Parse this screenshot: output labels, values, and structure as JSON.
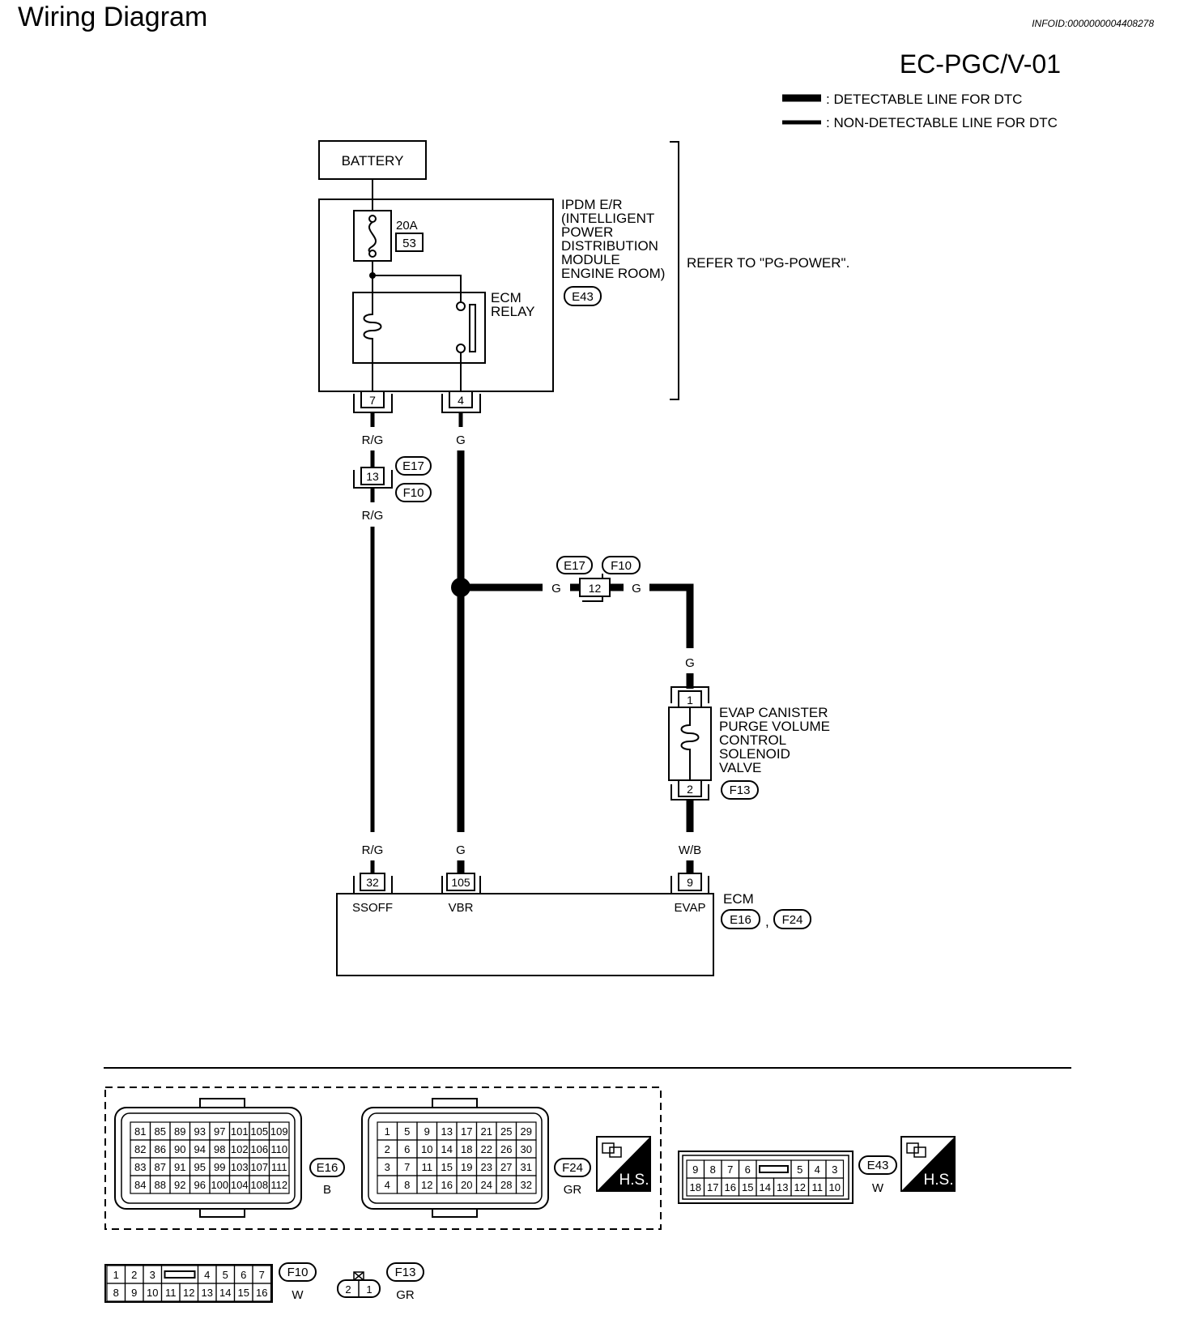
{
  "title": "Wiring Diagram",
  "info_id": "INFOID:0000000004408278",
  "diagram_code": "EC-PGC/V-01",
  "legend": {
    "detectable": ": DETECTABLE LINE FOR DTC",
    "non_detectable": ": NON-DETECTABLE LINE FOR DTC"
  },
  "battery": "BATTERY",
  "fuse": {
    "rating": "20A",
    "number": "53"
  },
  "ipdm": {
    "lines": [
      "IPDM E/R",
      "(INTELLIGENT",
      "POWER",
      "DISTRIBUTION",
      "MODULE",
      "ENGINE ROOM)"
    ],
    "connector": "E43"
  },
  "refer": "REFER TO \"PG-POWER\".",
  "ecm_relay": [
    "ECM",
    "RELAY"
  ],
  "ipdm_pins": {
    "left": "7",
    "right": "4"
  },
  "wires": {
    "rg": "R/G",
    "g": "G",
    "wb": "W/B"
  },
  "joint_13": {
    "pin": "13",
    "connectors": [
      "E17",
      "F10"
    ]
  },
  "joint_12": {
    "pin": "12",
    "connectors": [
      "E17",
      "F10"
    ]
  },
  "solenoid": {
    "lines": [
      "EVAP CANISTER",
      "PURGE VOLUME",
      "CONTROL",
      "SOLENOID",
      "VALVE"
    ],
    "pin_top": "1",
    "pin_bottom": "2",
    "connector": "F13"
  },
  "ecm": {
    "label": "ECM",
    "connectors": [
      "E16",
      "F24"
    ],
    "separator": ",",
    "pins": [
      {
        "num": "32",
        "name": "SSOFF"
      },
      {
        "num": "105",
        "name": "VBR"
      },
      {
        "num": "9",
        "name": "EVAP"
      }
    ]
  },
  "connector_views": {
    "e16": {
      "id": "E16",
      "color": "B",
      "rows": [
        [
          "81",
          "85",
          "89",
          "93",
          "97",
          "101",
          "105",
          "109"
        ],
        [
          "82",
          "86",
          "90",
          "94",
          "98",
          "102",
          "106",
          "110"
        ],
        [
          "83",
          "87",
          "91",
          "95",
          "99",
          "103",
          "107",
          "111"
        ],
        [
          "84",
          "88",
          "92",
          "96",
          "100",
          "104",
          "108",
          "112"
        ]
      ]
    },
    "f24": {
      "id": "F24",
      "color": "GR",
      "rows": [
        [
          "1",
          "5",
          "9",
          "13",
          "17",
          "21",
          "25",
          "29"
        ],
        [
          "2",
          "6",
          "10",
          "14",
          "18",
          "22",
          "26",
          "30"
        ],
        [
          "3",
          "7",
          "11",
          "15",
          "19",
          "23",
          "27",
          "31"
        ],
        [
          "4",
          "8",
          "12",
          "16",
          "20",
          "24",
          "28",
          "32"
        ]
      ]
    },
    "e43": {
      "id": "E43",
      "color": "W",
      "top": [
        "9",
        "8",
        "7",
        "6",
        "",
        "5",
        "4",
        "3"
      ],
      "bottom": [
        "18",
        "17",
        "16",
        "15",
        "14",
        "13",
        "12",
        "11",
        "10"
      ]
    },
    "f10": {
      "id": "F10",
      "color": "W",
      "top": [
        "1",
        "2",
        "3",
        "",
        "4",
        "5",
        "6",
        "7"
      ],
      "bottom": [
        "8",
        "9",
        "10",
        "11",
        "12",
        "13",
        "14",
        "15",
        "16"
      ]
    },
    "f13": {
      "id": "F13",
      "color": "GR",
      "pins": [
        "2",
        "1"
      ]
    },
    "hs_label": "H.S."
  }
}
